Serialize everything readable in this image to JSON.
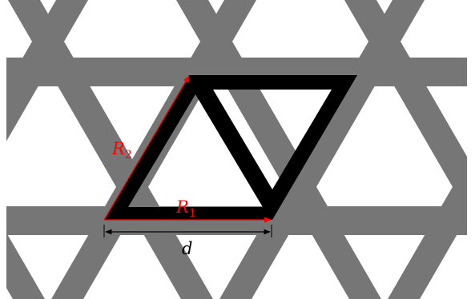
{
  "colors": {
    "lattice": "#767676",
    "cell": "#000000",
    "vector": "#ff0000",
    "dimension": "#000000",
    "background": "#ffffff"
  },
  "labels": {
    "r1": {
      "main": "R",
      "sub": "1"
    },
    "r2": {
      "main": "R",
      "sub": "2"
    },
    "d": "d"
  }
}
